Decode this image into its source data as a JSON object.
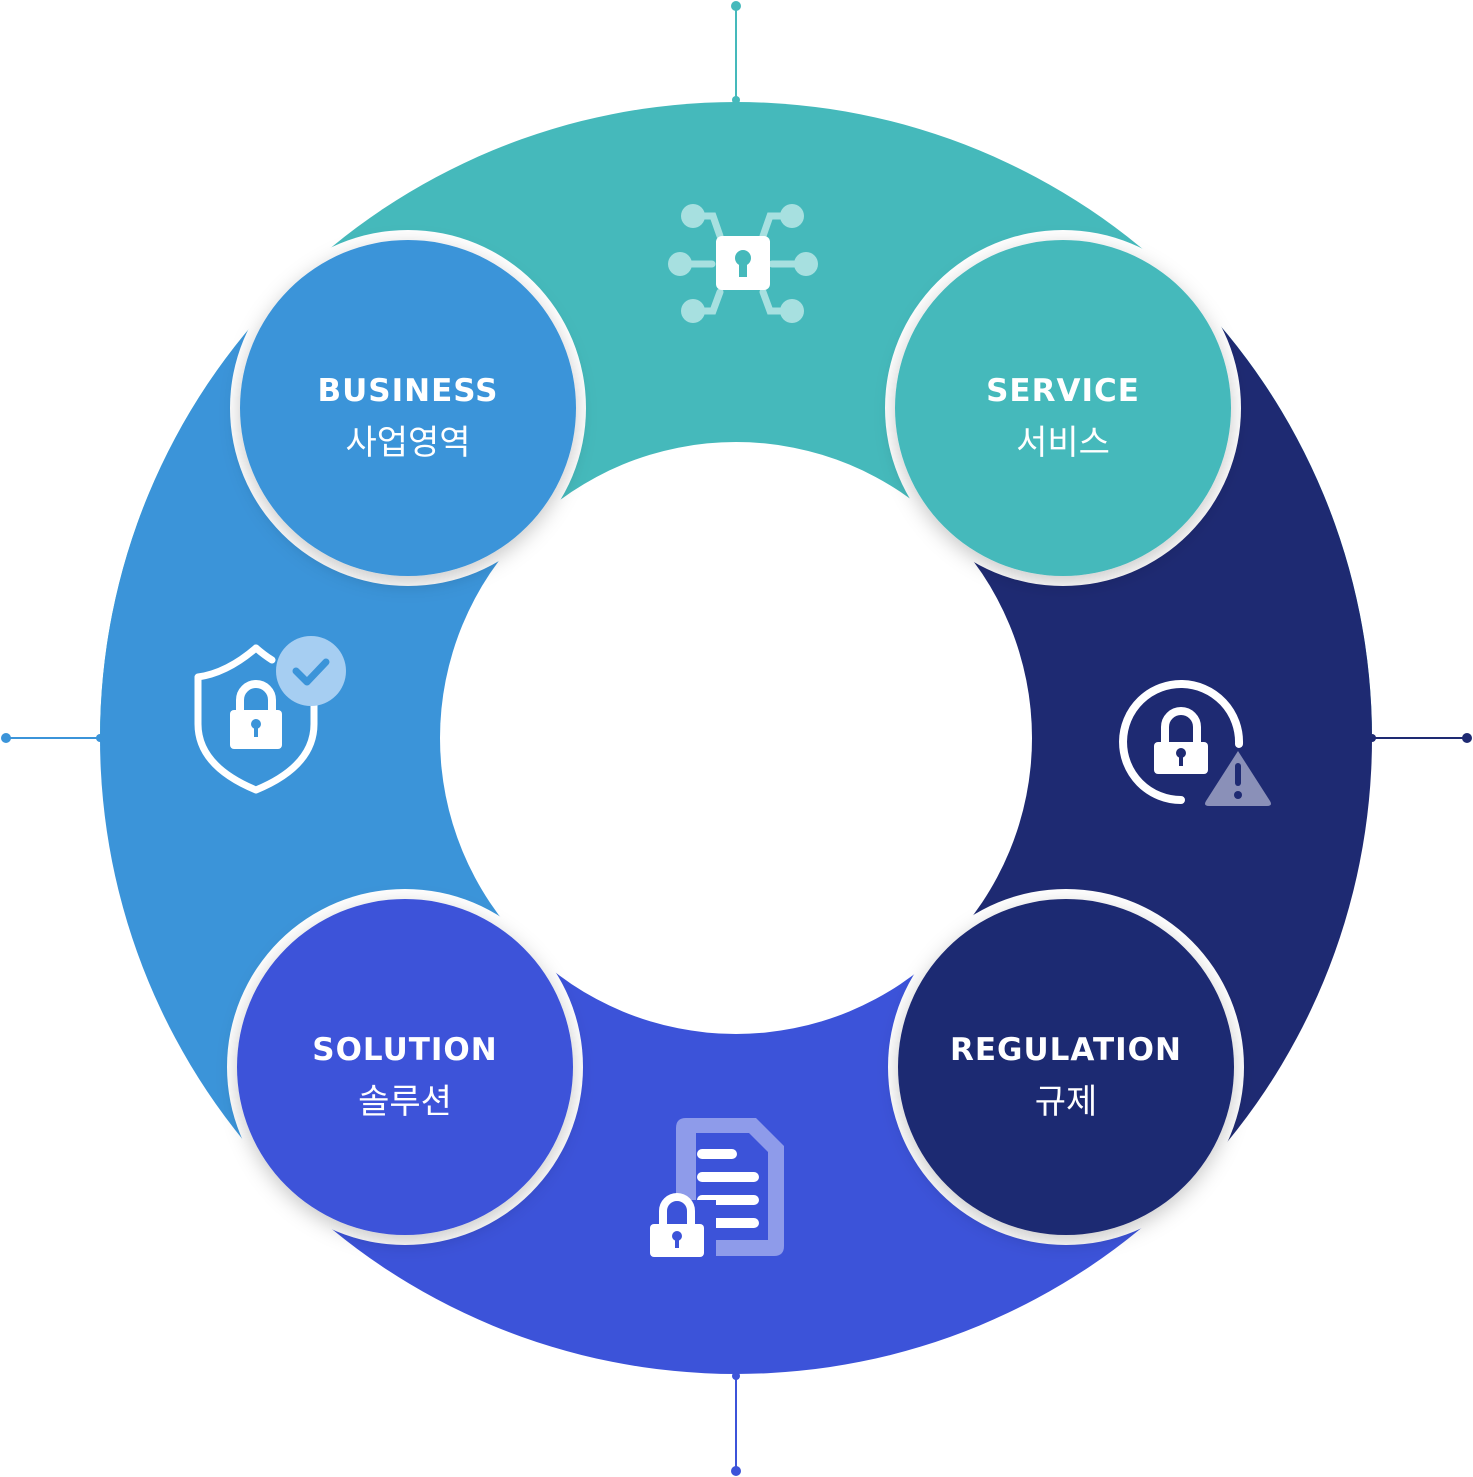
{
  "colors": {
    "service": "#45B9BB",
    "regulation": "#1E2A72",
    "solution": "#3C53D9",
    "business": "#3B94D9",
    "center": "#FFFFFF"
  },
  "nodes": {
    "business": {
      "en": "BUSINESS",
      "ko": "사업영역"
    },
    "service": {
      "en": "SERVICE",
      "ko": "서비스"
    },
    "regulation": {
      "en": "REGULATION",
      "ko": "규제"
    },
    "solution": {
      "en": "SOLUTION",
      "ko": "솔루션"
    }
  },
  "icons": {
    "service": "network-lock-icon",
    "regulation": "lock-warning-icon",
    "solution": "locked-document-icon",
    "business": "shield-lock-check-icon"
  }
}
